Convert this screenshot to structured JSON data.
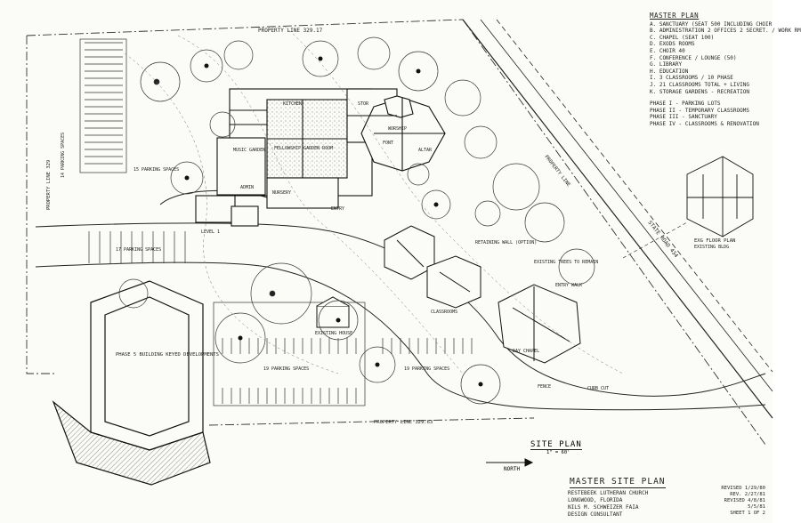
{
  "legend": {
    "title": "MASTER PLAN",
    "items": [
      "A. SANCTUARY (SEAT 500 INCLUDING CHOIR",
      "B. ADMINISTRATION 2 OFFICES 2 SECRET. / WORK RM",
      "C. CHAPEL (SEAT 100)",
      "D. EXODS ROOMS",
      "E. CHOIR 40",
      "F. CONFERENCE / LOUNGE (50)",
      "G. LIBRARY",
      "H. EDUCATION",
      "I. 3 CLASSROOMS / 10 PHASE",
      "J. 21 CLASSROOMS TOTAL + LIVING",
      "K. STORAGE GARDENS - RECREATION"
    ],
    "phases": [
      "PHASE I - PARKING LOTS",
      "PHASE II - TEMPORARY CLASSROOMS",
      "PHASE III - SANCTUARY",
      "PHASE IV - CLASSROOMS & RENOVATION"
    ]
  },
  "labels": {
    "property_line_top": "PROPERTY LINE 329.17",
    "property_line_left": "PROPERTY LINE 329",
    "property_line_bottom": "PROPERTY LINE 329.63",
    "property_line_right": "PROPERTY LINE",
    "kitchen": "KITCHEN",
    "fellowship": "FELLOWSHIP GARDEN ROOM",
    "music": "MUSIC GARDEN",
    "worship": "WORSHIP",
    "altar": "ALTAR",
    "font": "FONT",
    "admin": "ADMIN",
    "storage": "STOR",
    "nursery": "NURSERY",
    "entry": "ENTRY",
    "parking_14": "14 PARKING SPACES",
    "parking_19a": "19 PARKING SPACES",
    "parking_19b": "19 PARKING SPACES",
    "parking_17": "17 PARKING SPACES",
    "parking_15": "15 PARKING SPACES",
    "phase_box": "PHASE 5 BUILDING KEYED DEVELOPMENTS",
    "existing_house": "EXISTING HOUSE",
    "retaining_wall": "RETAINING WALL (OPTION)",
    "existing_trees": "EXISTING TREES TO REMAIN",
    "day_chapel": "DAY CHAPEL",
    "classrooms": "CLASSROOMS",
    "fence": "FENCE",
    "entry_walk": "ENTRY WALK",
    "state_road": "STATE ROAD 434",
    "curb_cut": "CURB CUT",
    "floor_plan": "EXG FLOOR PLAN",
    "floor_plan_sub": "EXISTING BLDG",
    "level_1": "LEVEL 1"
  },
  "site_title": {
    "main": "SITE PLAN",
    "scale": "1\" = 60'"
  },
  "north": "NORTH",
  "title_block": {
    "main": "MASTER SITE PLAN",
    "church": "RESTEBEEK LUTHERAN CHURCH",
    "location": "LONGWOOD, FLORIDA",
    "architect": "NILS M. SCHWEIZER FAIA",
    "role": "DESIGN CONSULTANT",
    "rev1": "REVISED 1/29/80",
    "rev2": "REV. 2/27/81",
    "rev3": "REVISED 4/8/81",
    "date": "5/5/81",
    "sheet": "SHEET 1 OF 2"
  }
}
